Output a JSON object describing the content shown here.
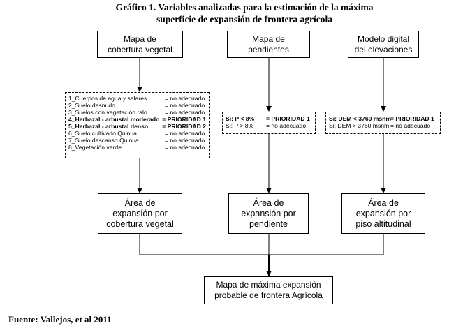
{
  "title": {
    "line1": "Gráfico 1. Variables analizadas para la estimación de la máxima",
    "line2": "superficie de expansión de frontera agrícola"
  },
  "inputs": {
    "cobertura": [
      "Mapa de",
      "cobertura vegetal"
    ],
    "pendientes": [
      "Mapa de",
      "pendientes"
    ],
    "elevaciones": [
      "Modelo digital",
      "del elevaciones"
    ]
  },
  "criteria": {
    "cobertura": [
      {
        "label": "1_Cuerpos de agua y salares",
        "value": "= no adecuado",
        "bold": false
      },
      {
        "label": "2_Suelo desnudo",
        "value": "= no adecuado",
        "bold": false
      },
      {
        "label": "3_Suelos con vegetación ralo",
        "value": "= no adecuado",
        "bold": false
      },
      {
        "label": "4_Herbazal - arbustal moderado",
        "value": "= PRIORIDAD 1",
        "bold": true
      },
      {
        "label": "5_Herbazal - arbustal denso",
        "value": "= PRIORIDAD 2",
        "bold": true
      },
      {
        "label": "6_Suelo cultivado Quinua",
        "value": "= no adecuado",
        "bold": false
      },
      {
        "label": "7_Suelo descanso Quinua",
        "value": "= no adecuado",
        "bold": false
      },
      {
        "label": "8_Vegetación verde",
        "value": "= no adecuado",
        "bold": false
      }
    ],
    "pendientes": [
      {
        "label": "Si: P < 8%",
        "value": "= PRIORIDAD 1",
        "bold": true
      },
      {
        "label": "Si: P > 8%",
        "value": "= no adecuado",
        "bold": false
      }
    ],
    "elevaciones": [
      {
        "label": "Si: DEM < 3760 msnm",
        "value": "= PRIORIDAD 1",
        "bold": true
      },
      {
        "label": "Si: DEM > 3760 msnm",
        "value": "= no adecuado",
        "bold": false
      }
    ]
  },
  "areas": {
    "cobertura": [
      "Área de",
      "expansión por",
      "cobertura vegetal"
    ],
    "pendiente": [
      "Área de",
      "expansión por",
      "pendiente"
    ],
    "altitudinal": [
      "Área de",
      "expansión por",
      "piso altitudinal"
    ]
  },
  "result": [
    "Mapa de máxima expansión",
    "probable de frontera Agrícola"
  ],
  "source": "Fuente: Vallejos, et al 2011"
}
